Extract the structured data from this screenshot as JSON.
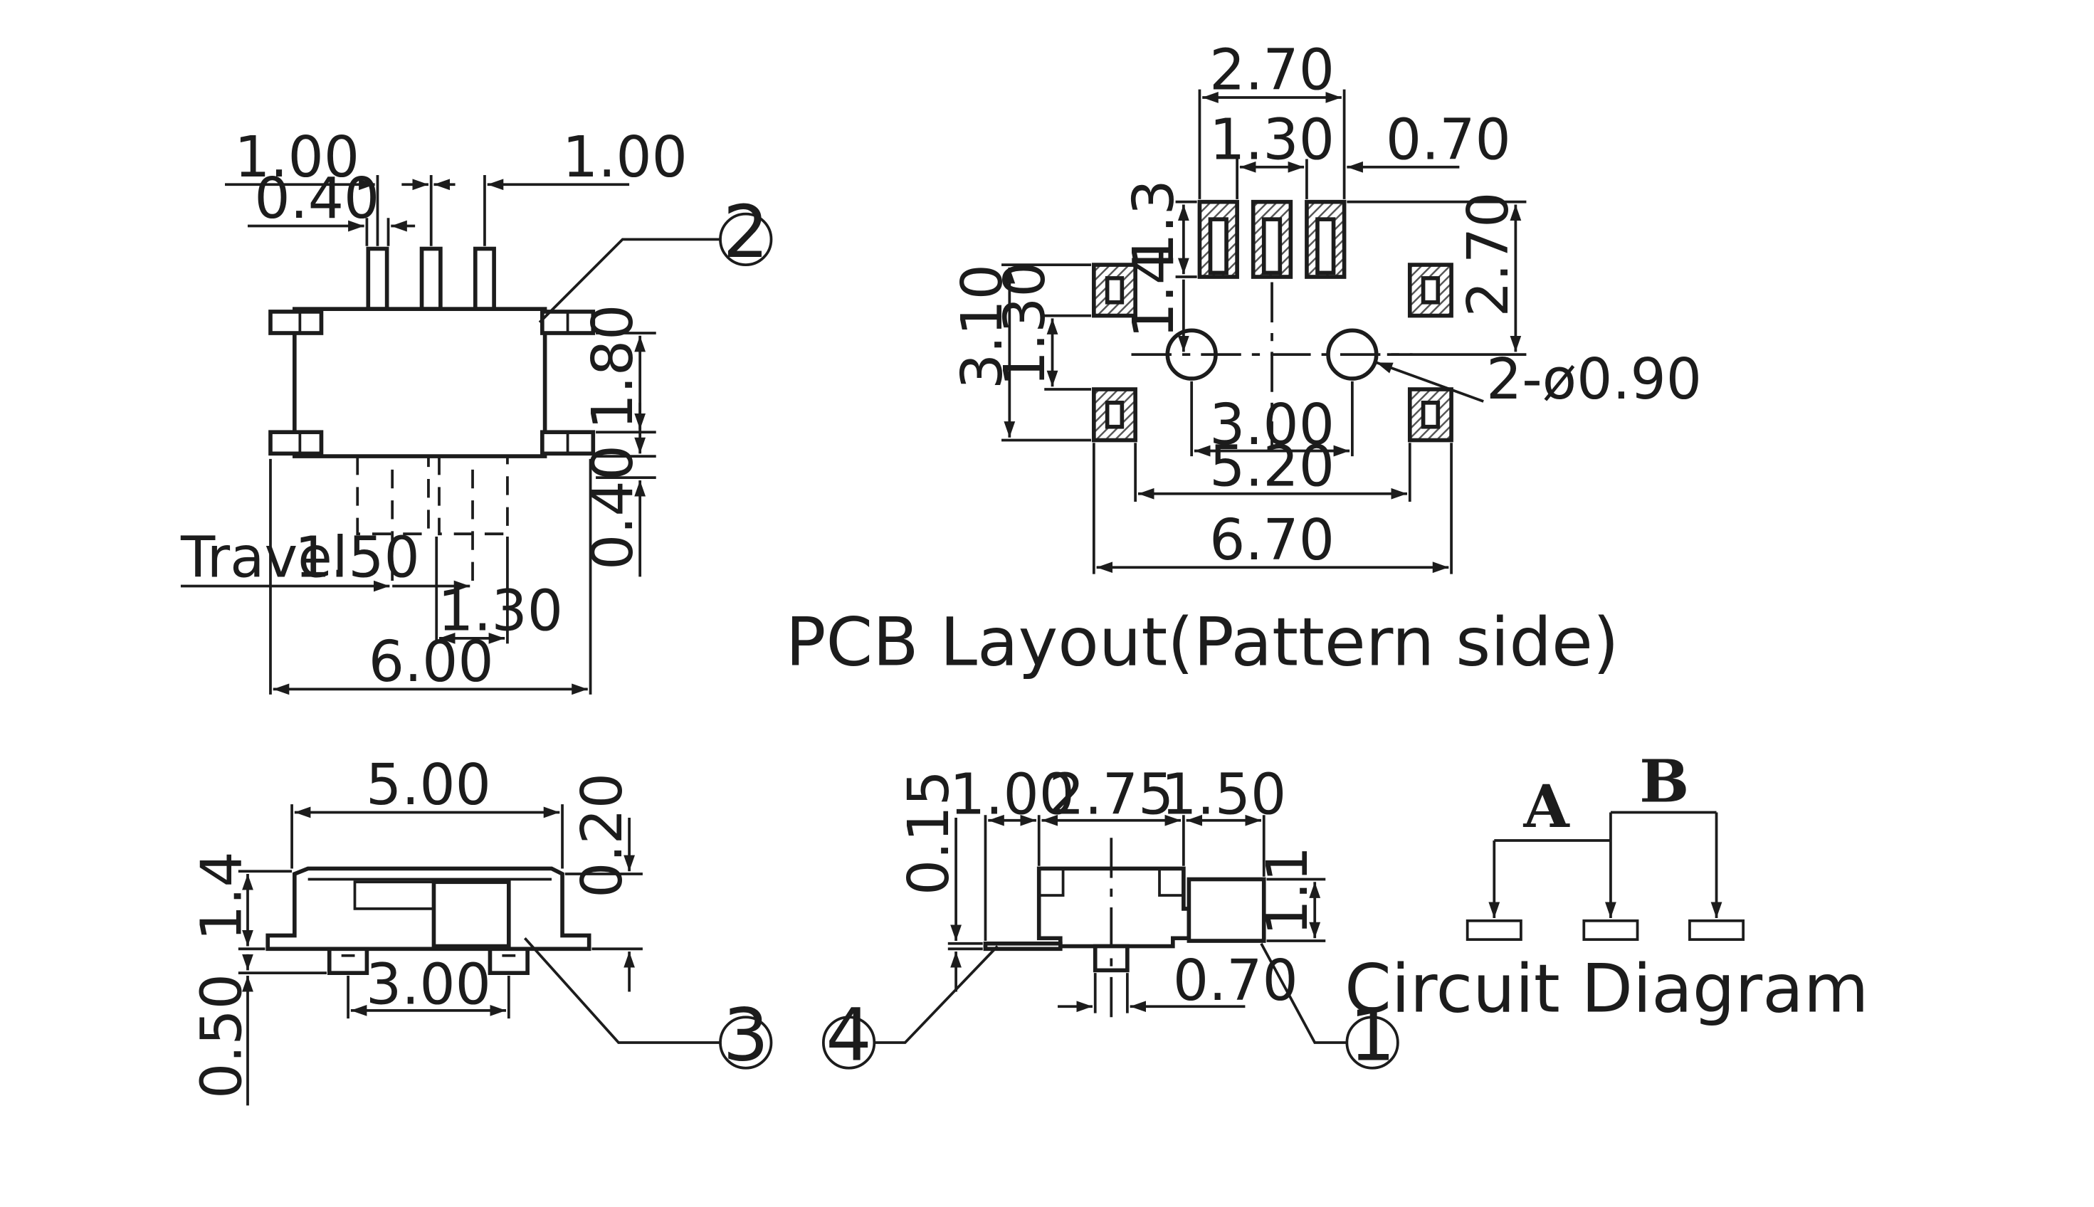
{
  "top_view": {
    "dims": {
      "lead_spacing_left": "1.00",
      "lead_width": "0.40",
      "lead_spacing_right": "1.00",
      "body_height": "1.80",
      "lead_length": "0.40",
      "travel_label": "Travel",
      "travel": "1.50",
      "actuator_width": "1.30",
      "overall_width": "6.00"
    },
    "callout": "2"
  },
  "pcb_layout": {
    "title": "PCB Layout(Pattern side)",
    "dims": {
      "pad_row_width": "2.70",
      "pad_pitch_center": "1.30",
      "pad_width": "0.70",
      "pad_length": "1.3",
      "pad_row_height": "2.70",
      "pad_to_hole": "1.4",
      "mount_span_outer": "3.10",
      "mount_span_inner": "1.30",
      "holes": "2-ø0.90",
      "hole_spacing": "3.00",
      "mount_inner_span": "5.20",
      "overall_span": "6.70"
    }
  },
  "side_view": {
    "dims": {
      "top_width": "5.00",
      "top_thickness": "0.20",
      "height": "1.4",
      "peg_spacing": "3.00",
      "peg_height": "0.50"
    },
    "callout": "3"
  },
  "end_view": {
    "dims": {
      "left_offset": "1.00",
      "body_width": "2.75",
      "actuator_length": "1.50",
      "base_thickness": "0.15",
      "actuator_height": "1.1",
      "peg_width": "0.70"
    },
    "callout_left": "4",
    "callout_right": "1"
  },
  "circuit": {
    "title": "Circuit Diagram",
    "label_a": "A",
    "label_b": "B"
  },
  "colors": {
    "ink": "#1c1c1c",
    "background": "#ffffff"
  }
}
